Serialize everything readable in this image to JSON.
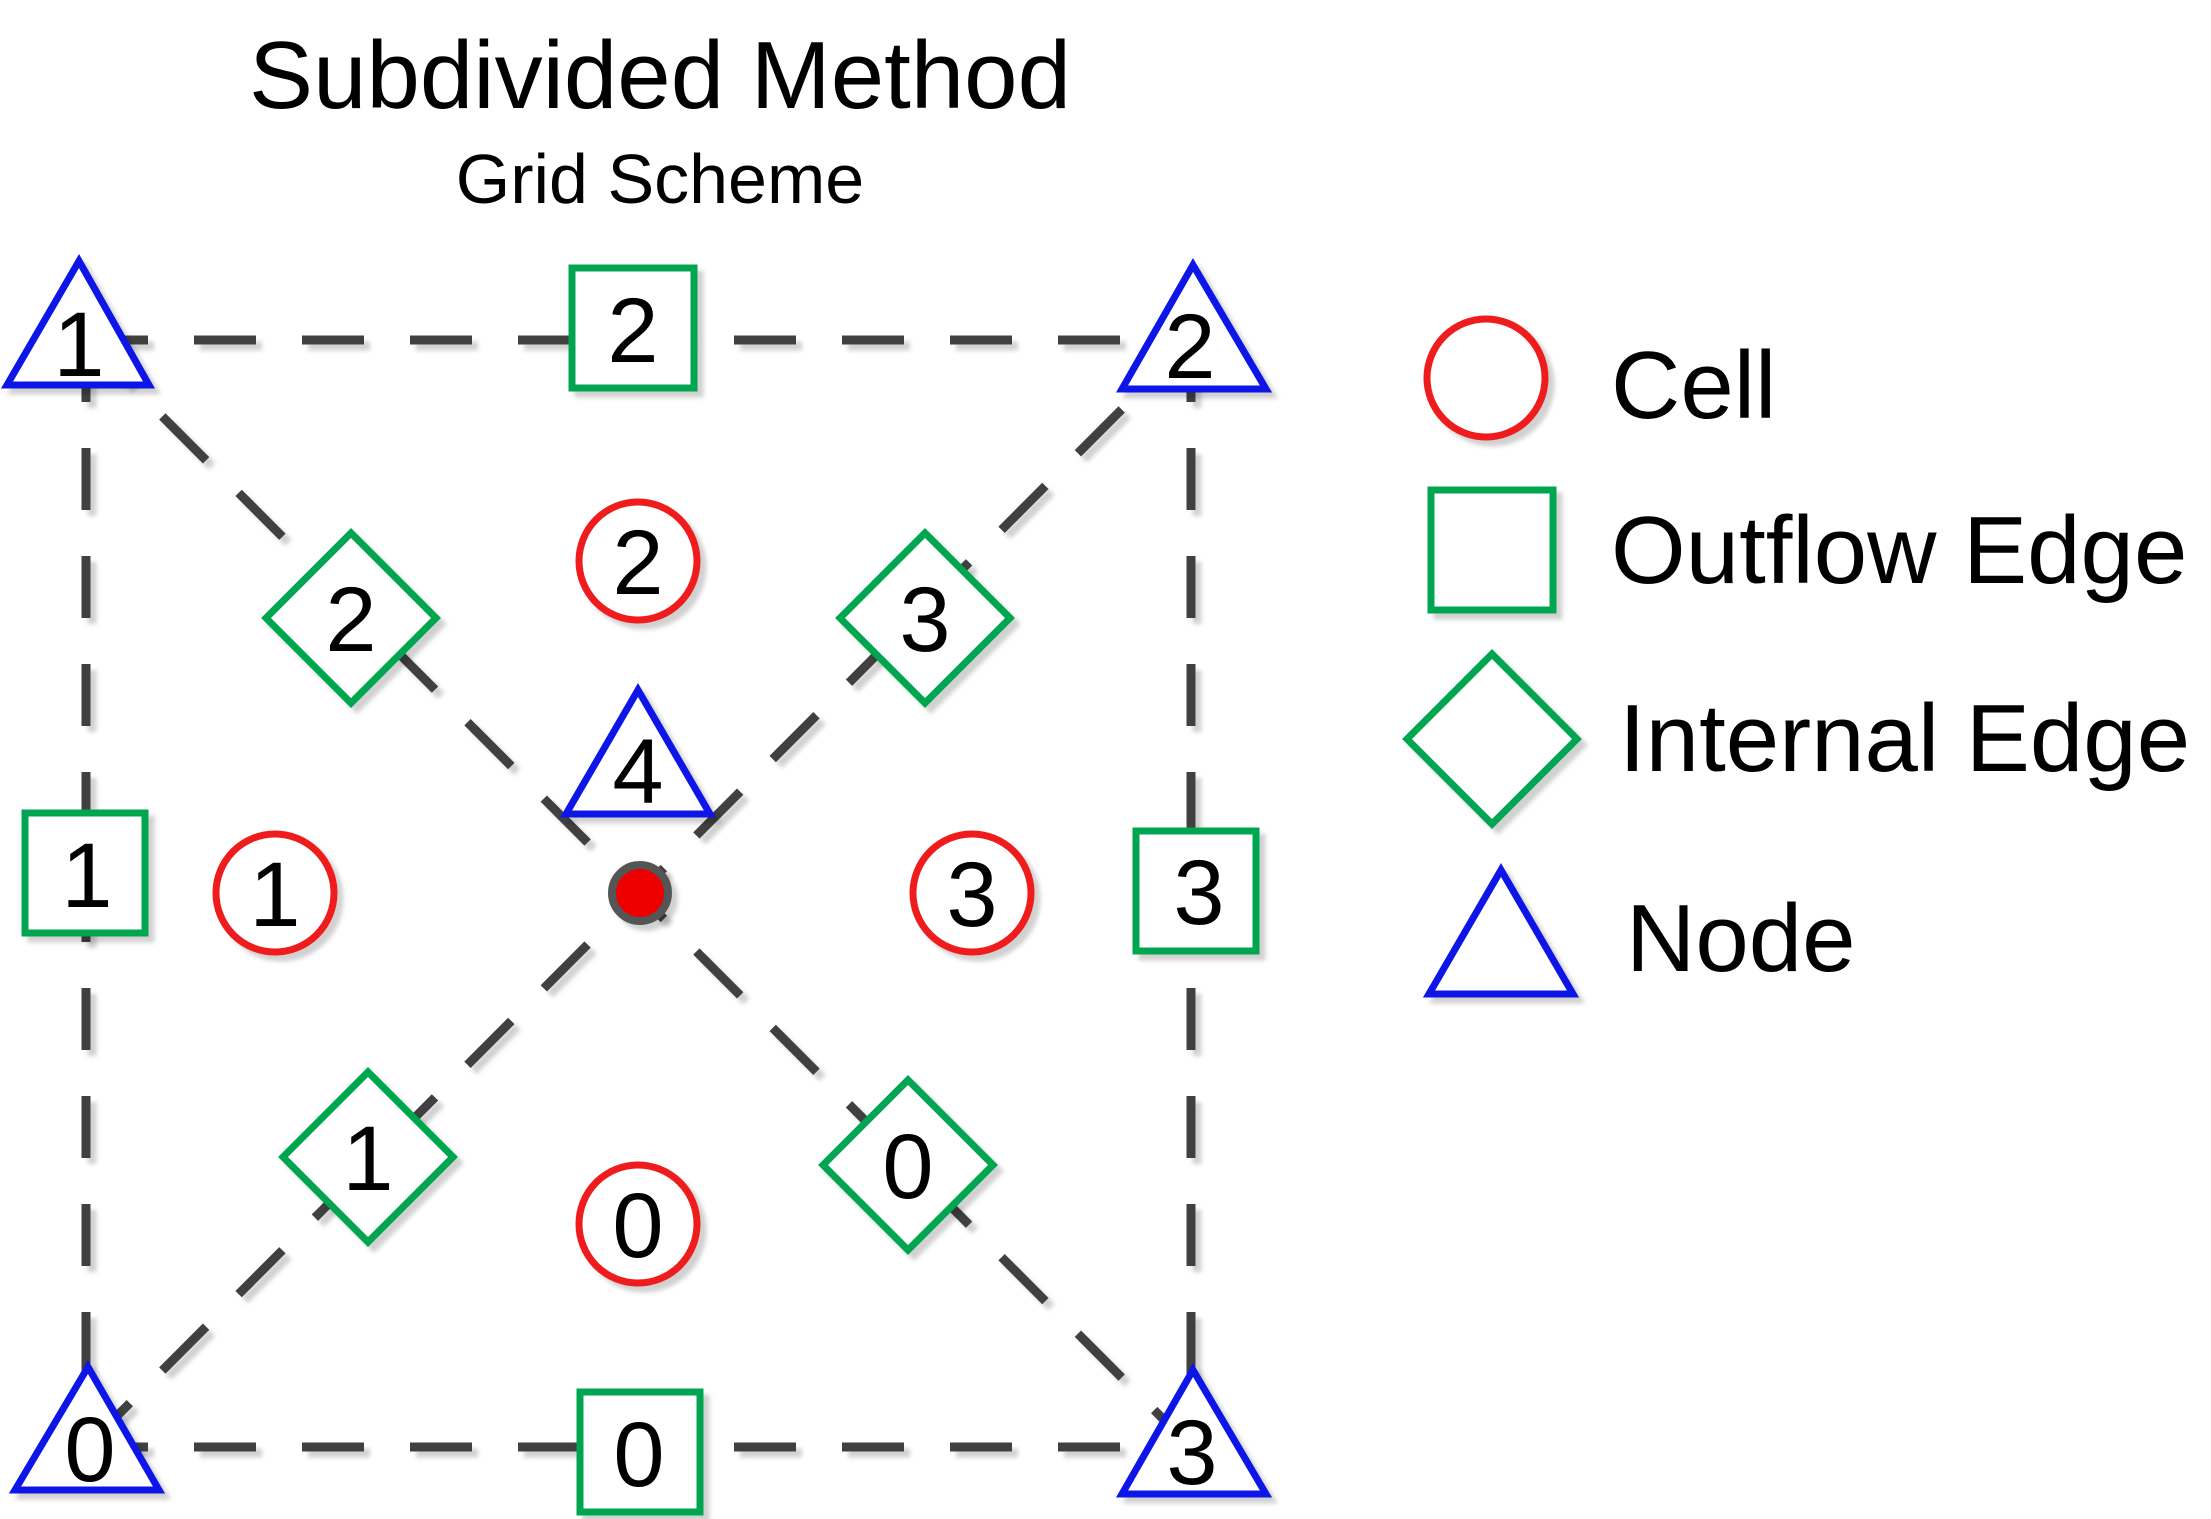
{
  "title": "Subdivided Method",
  "subtitle": "Grid Scheme",
  "colors": {
    "cell": "#ee1c1c",
    "edge": "#00a650",
    "node": "#0a14e6",
    "grid_line": "#404040",
    "center_fill": "#ee0000",
    "center_stroke": "#555555",
    "text": "#000000"
  },
  "nodes": [
    {
      "id": "node-1",
      "label": "1"
    },
    {
      "id": "node-2",
      "label": "2"
    },
    {
      "id": "node-4",
      "label": "4"
    },
    {
      "id": "node-0",
      "label": "0"
    },
    {
      "id": "node-3",
      "label": "3"
    }
  ],
  "outflow_edges": [
    {
      "id": "outflow-edge-2",
      "label": "2"
    },
    {
      "id": "outflow-edge-1",
      "label": "1"
    },
    {
      "id": "outflow-edge-3",
      "label": "3"
    },
    {
      "id": "outflow-edge-0",
      "label": "0"
    }
  ],
  "internal_edges": [
    {
      "id": "internal-edge-2",
      "label": "2"
    },
    {
      "id": "internal-edge-3",
      "label": "3"
    },
    {
      "id": "internal-edge-1",
      "label": "1"
    },
    {
      "id": "internal-edge-0",
      "label": "0"
    }
  ],
  "cells": [
    {
      "id": "cell-2",
      "label": "2"
    },
    {
      "id": "cell-1",
      "label": "1"
    },
    {
      "id": "cell-3",
      "label": "3"
    },
    {
      "id": "cell-0",
      "label": "0"
    }
  ],
  "legend": {
    "cell": "Cell",
    "outflow_edge": "Outflow Edge",
    "internal_edge": "Internal Edge",
    "node": "Node"
  }
}
